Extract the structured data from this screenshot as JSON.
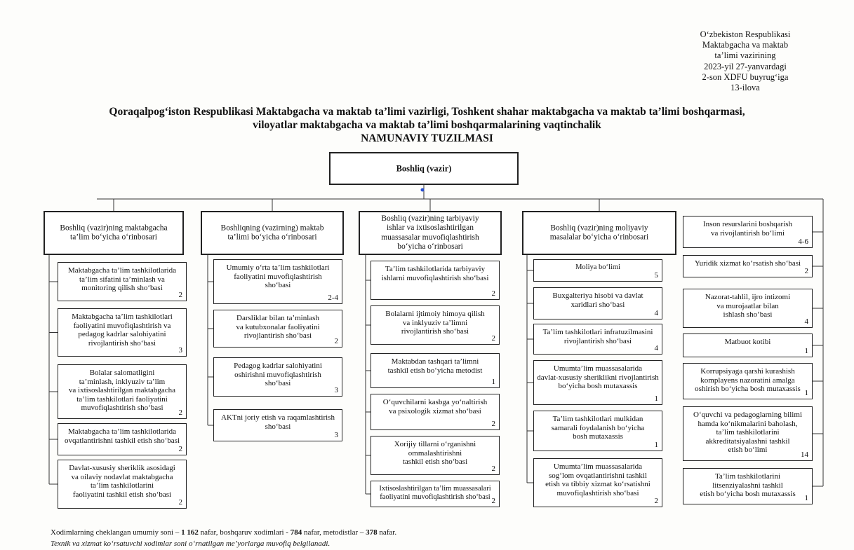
{
  "corner_note": [
    "O‘zbekiston Respublikasi",
    "Maktabgacha va maktab",
    "ta’limi vazirining",
    "2023-yil 27-yanvardagi",
    "2-son XDFU buyrug‘iga",
    "13-ilova"
  ],
  "title": [
    "Qoraqalpog‘iston Respublikasi Maktabgacha va maktab ta’limi vazirligi, Toshkent shahar maktabgacha va maktab ta’limi boshqarmasi,",
    "viloyatlar maktabgacha va maktab ta’limi boshqarmalarining vaqtinchalik",
    "NAMUNAVIY TUZILMASI"
  ],
  "root": {
    "label": "Boshliq (vazir)"
  },
  "columns": [
    {
      "head": "Boshliq (vazir)ning maktabgacha\nta’lim bo‘yicha o‘rinbosari",
      "items": [
        {
          "label": "Maktabgacha ta’lim tashkilotlarida\nta’lim sifatini ta’minlash va\nmonitoring qilish sho‘basi",
          "count": "2"
        },
        {
          "label": "Maktabgacha ta’lim tashkilotlari\nfaoliyatini muvofiqlashtirish va\npedagog kadrlar salohiyatini\nrivojlantirish sho‘basi",
          "count": "3"
        },
        {
          "label": "Bolalar salomatligini\nta’minlash, inklyuziv ta’lim\nva ixtisoslashtirilgan maktabgacha\nta’lim tashkilotlari faoliyatini\nmuvofiqlashtirish sho‘basi",
          "count": "2"
        },
        {
          "label": "Maktabgacha ta’lim tashkilotlarida\novqatlantirishni tashkil etish sho‘basi",
          "count": "2"
        },
        {
          "label": "Davlat-xususiy sheriklik asosidagi\nva oilaviy nodavlat maktabgacha\nta’lim tashkilotlarini\nfaoliyatini tashkil etish sho‘basi",
          "count": "2"
        }
      ]
    },
    {
      "head": "Boshliqning (vazirning) maktab\nta’limi bo‘yicha o‘rinbosari",
      "items": [
        {
          "label": "Umumiy o‘rta ta’lim tashkilotlari\nfaoliyatini muvofiqlashtirish\nsho‘basi",
          "count": "2-4"
        },
        {
          "label": "Darsliklar bilan ta’minlash\nva kutubxonalar faoliyatini\nrivojlantirish sho‘basi",
          "count": "2"
        },
        {
          "label": "Pedagog kadrlar salohiyatini\noshirishni muvofiqlashtirish\nsho‘basi",
          "count": "3"
        },
        {
          "label": "AKTni joriy etish va raqamlashtirish\nsho‘basi",
          "count": "3"
        }
      ]
    },
    {
      "head": "Boshliq (vazir)ning tarbiyaviy\nishlar va ixtisoslashtirilgan\nmuassasalar muvofiqlashtirish\nbo‘yicha o‘rinbosari",
      "items": [
        {
          "label": "Ta’lim tashkilotlarida tarbiyaviy\nishlarni muvofiqlashtirish sho‘basi",
          "count": "2"
        },
        {
          "label": "Bolalarni ijtimoiy himoya qilish\nva inklyuziv ta’limni\nrivojlantirish sho‘basi",
          "count": "2"
        },
        {
          "label": "Maktabdan tashqari ta’limni\ntashkil etish bo‘yicha metodist",
          "count": "1"
        },
        {
          "label": "O‘quvchilarni kasbga yo‘naltirish\nva psixologik xizmat sho‘basi",
          "count": "2"
        },
        {
          "label": "Xorijiy tillarni o‘rganishni\nommalashtirishni\ntashkil etish sho‘basi",
          "count": "2"
        },
        {
          "label": "Ixtisoslashtirilgan ta’lim muassasalari\nfaoliyatini muvofiqlashtirish sho‘basi",
          "count": "2"
        }
      ]
    },
    {
      "head": "Boshliq (vazir)ning moliyaviy\nmasalalar bo‘yicha o‘rinbosari",
      "items": [
        {
          "label": "Moliya bo‘limi",
          "count": "5"
        },
        {
          "label": "Buxgalteriya hisobi va davlat\nxaridlari sho‘basi",
          "count": "4"
        },
        {
          "label": "Ta’lim tashkilotlari infratuzilmasini\nrivojlantirish sho‘basi",
          "count": "4"
        },
        {
          "label": "Umumta’lim muassasalarida\ndavlat-xususiy sheriklikni rivojlantirish\nbo‘yicha bosh mutaxassis",
          "count": "1"
        },
        {
          "label": "Ta’lim tashkilotlari mulkidan\nsamarali foydalanish bo‘yicha\nbosh mutaxassis",
          "count": "1"
        },
        {
          "label": "Umumta’lim muassasalarida\nsog‘lom ovqatlantirishni tashkil\netish va tibbiy xizmat ko‘rsatishni\nmuvofiqlashtirish sho‘basi",
          "count": "2"
        }
      ]
    }
  ],
  "right_units": [
    {
      "label": "Inson resurslarini boshqarish\nva rivojlantirish bo‘limi",
      "count": "4-6"
    },
    {
      "label": "Yuridik xizmat ko‘rsatish sho‘basi",
      "count": "2"
    },
    {
      "label": "Nazorat-tahlil, ijro intizomi\nva murojaatlar bilan\nishlash sho‘basi",
      "count": "4"
    },
    {
      "label": "Matbuot kotibi",
      "count": "1"
    },
    {
      "label": "Korrupsiyaga qarshi kurashish\nkomplayens nazoratini amalga\noshirish bo‘yicha bosh mutaxassis",
      "count": "1"
    },
    {
      "label": "O‘quvchi va pedagoglarning bilimi\nhamda ko‘nikmalarini baholash,\nta’lim tashkilotlarini\nakkreditatsiyalashni tashkil\netish bo‘limi",
      "count": "14"
    },
    {
      "label": "Ta’lim tashkilotlarini\nlitsenziyalashni tashkil\netish bo‘yicha bosh mutaxassis",
      "count": "1"
    }
  ],
  "footer": {
    "line1_a": "Xodimlarning cheklangan umumiy soni – ",
    "line1_b": "1 162",
    "line1_c": " nafar, boshqaruv xodimlari - ",
    "line1_d": "784",
    "line1_e": " nafar, metodistlar – ",
    "line1_f": "378",
    "line1_g": " nafar.",
    "line2": "Texnik va xizmat ko‘rsatuvchi xodimlar soni o‘rnatilgan me’yorlarga muvofiq belgilanadi."
  }
}
